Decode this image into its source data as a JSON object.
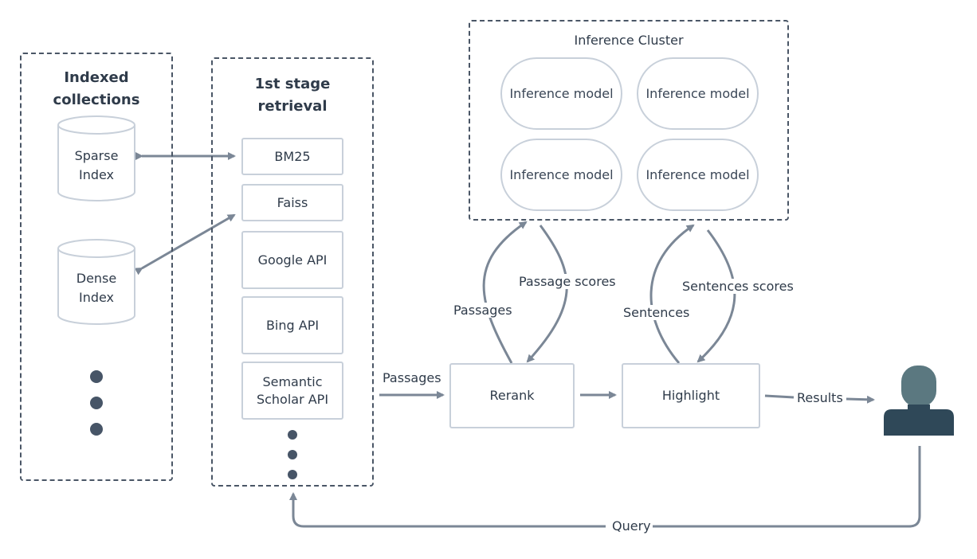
{
  "indexed_collections": {
    "title": "Indexed\ncollections",
    "sparse_index": "Sparse\nIndex",
    "dense_index": "Dense\nIndex"
  },
  "first_stage": {
    "title": "1st stage\nretrieval",
    "items": [
      "BM25",
      "Faiss",
      "Google API",
      "Bing API",
      "Semantic\nScholar API"
    ]
  },
  "inference_cluster": {
    "title": "Inference Cluster",
    "models": [
      "Inference model",
      "Inference model",
      "Inference model",
      "Inference model"
    ]
  },
  "rerank": "Rerank",
  "highlight": "Highlight",
  "edge_labels": {
    "passages_in": "Passages",
    "passages_up": "Passages",
    "passage_scores": "Passage scores",
    "sentences": "Sentences",
    "sentences_scores": "Sentences scores",
    "results": "Results",
    "query": "Query"
  },
  "colors": {
    "arrow": "#7b8796",
    "dashed_border": "#4a5666",
    "box_border": "#c8d0da",
    "user_head": "#5b7880",
    "user_body": "#2f4858",
    "dots": "#475567"
  },
  "icons": {
    "user": "user-icon"
  }
}
